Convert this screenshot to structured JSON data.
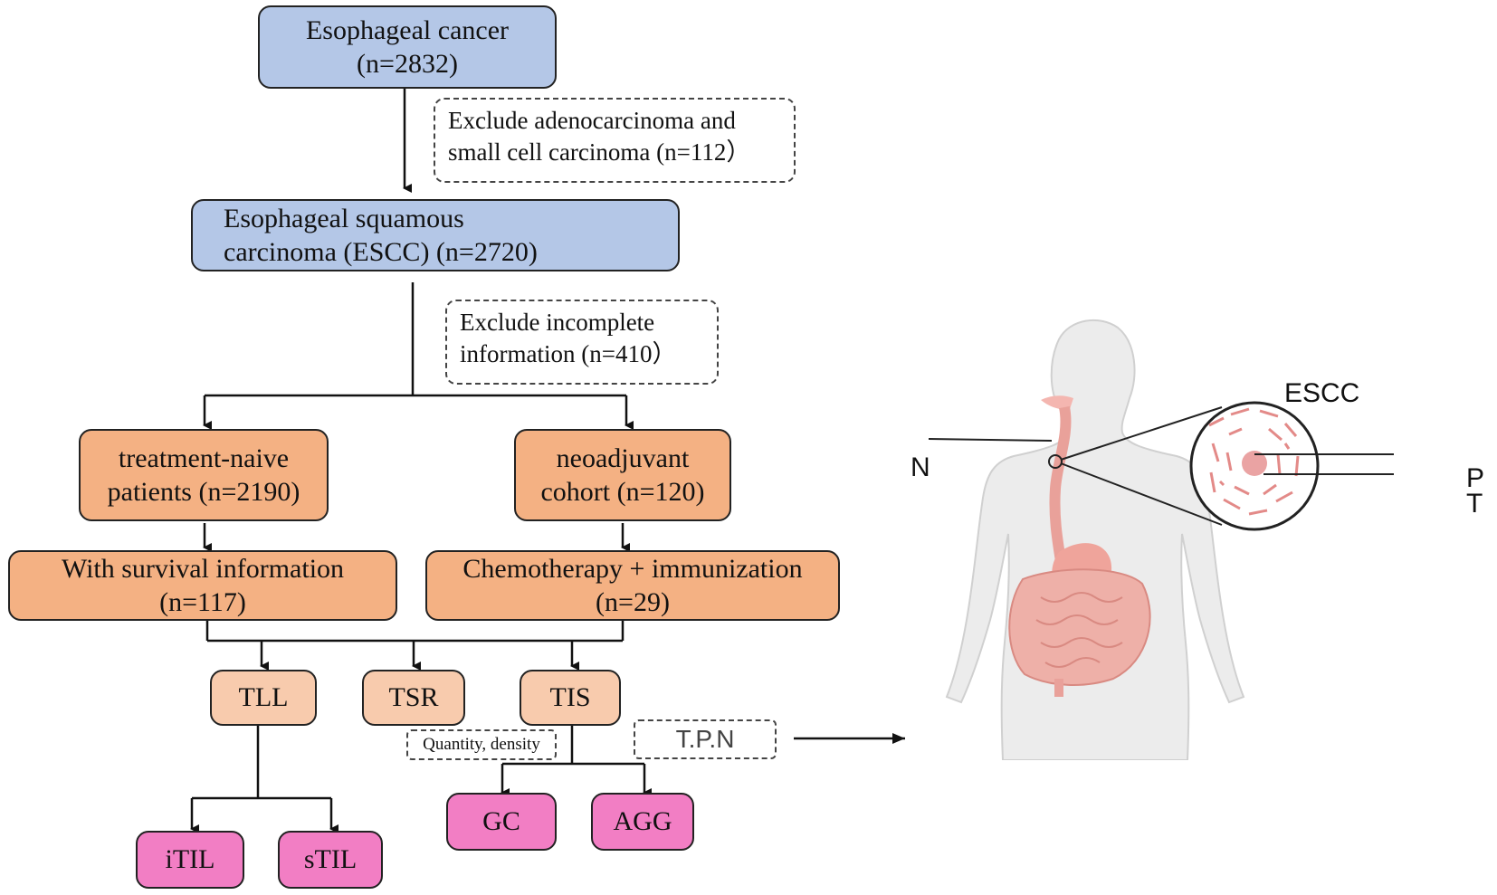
{
  "nodes": {
    "esophageal_cancer": [
      "Esophageal cancer",
      "(n=2832)"
    ],
    "escc": [
      "Esophageal squamous",
      "carcinoma (ESCC) (n=2720)"
    ],
    "treatment_naive": [
      "treatment-naive",
      "patients (n=2190)"
    ],
    "neoadjuvant": [
      "neoadjuvant",
      "cohort (n=120)"
    ],
    "survival": [
      "With survival information",
      "(n=117)"
    ],
    "chemo": [
      "Chemotherapy  + immunization",
      "(n=29)"
    ],
    "tll": "TLL",
    "tsr": "TSR",
    "tis": "TIS",
    "itil": "iTIL",
    "stil": "sTIL",
    "gc": "GC",
    "agg": "AGG"
  },
  "notes": {
    "exclude1": [
      "Exclude adenocarcinoma and",
      "small cell carcinoma  (n=112）"
    ],
    "exclude2": [
      "Exclude incomplete",
      "information  (n=410）"
    ],
    "quantity": "Quantity, density",
    "tpn": "T.P.N"
  },
  "illustration": {
    "escc_label": "ESCC",
    "n_label": "N",
    "p_label": "P",
    "t_label": "T"
  },
  "colors": {
    "blue": "#b4c7e7",
    "orange": "#f4b183",
    "peach": "#f8cbad",
    "pink": "#f27ec4"
  }
}
